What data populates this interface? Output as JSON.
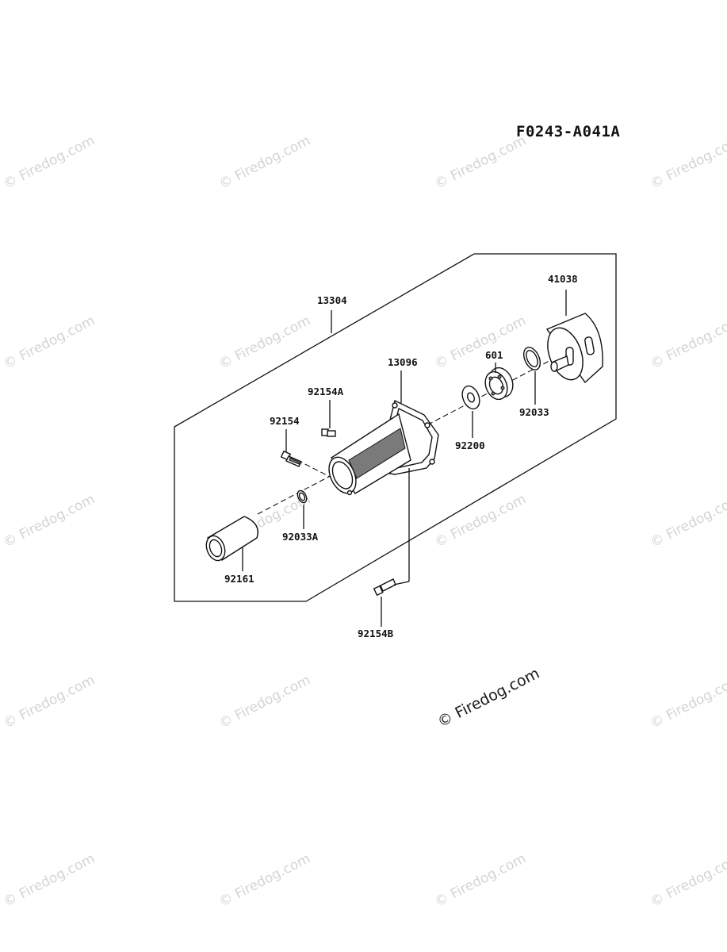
{
  "diagram": {
    "figure_code": "F0243-A041A",
    "copyright_mark": "© Firedog.com",
    "watermark_text": "© Firedog.com",
    "parts": {
      "p13304": "13304",
      "p13096": "13096",
      "p41038": "41038",
      "p601": "601",
      "p92033": "92033",
      "p92200": "92200",
      "p92154A": "92154A",
      "p92154": "92154",
      "p92033A": "92033A",
      "p92161": "92161",
      "p92154B": "92154B"
    }
  },
  "colors": {
    "line": "#111111",
    "watermark": "#d4d4d4",
    "background": "#ffffff"
  }
}
